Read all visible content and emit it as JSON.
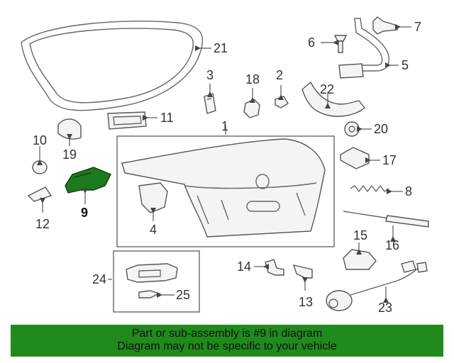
{
  "diagram": {
    "callouts": {
      "c1": "1",
      "c2": "2",
      "c3": "3",
      "c4": "4",
      "c5": "5",
      "c6": "6",
      "c7": "7",
      "c8": "8",
      "c9": "9",
      "c10": "10",
      "c11": "11",
      "c12": "12",
      "c13": "13",
      "c14": "14",
      "c15": "15",
      "c16": "16",
      "c17": "17",
      "c18": "18",
      "c19": "19",
      "c20": "20",
      "c21": "21",
      "c22": "22",
      "c23": "23",
      "c24": "24",
      "c25": "25"
    },
    "highlight_part": "9",
    "highlight_color": "#1e7a1e"
  },
  "banner": {
    "line1": "Part or sub-assembly is #9 in diagram",
    "line2": "Diagram may not be specific to your vehicle",
    "background": "#208a1c"
  }
}
